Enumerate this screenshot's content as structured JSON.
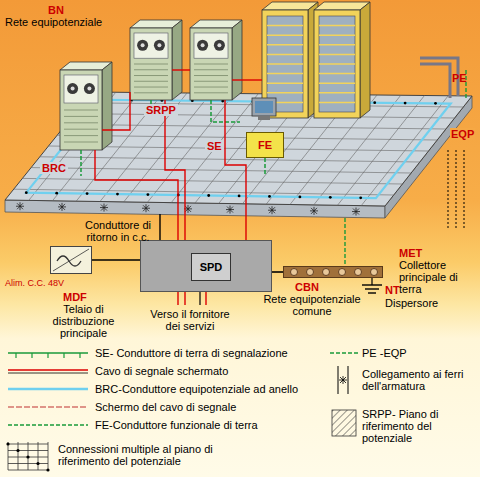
{
  "diagram": {
    "nodes": [
      {
        "text": [
          "FE"
        ]
      },
      {
        "text": [
          "Alim. C.C. 48V"
        ]
      },
      {
        "text": [
          "MDF",
          "Telaio di distribuzione principale"
        ]
      },
      {
        "text": [
          "SPD"
        ],
        "in": 2
      },
      {
        "text": [
          "MET",
          "Collettore principale di terra"
        ]
      }
    ],
    "edges": [
      {
        "from": 1,
        "to": 2,
        "arrow": "none"
      },
      {
        "from": 2,
        "to": 4,
        "arrow": "none"
      }
    ],
    "labels": [
      "BN",
      "Rete equipotenziale",
      "BRC",
      "SRPP",
      "SE",
      "PE",
      "EQP",
      "Conduttore di ritorno in c.c.",
      "CBN",
      "Rete equipotenziale comune",
      "NT",
      "Dispersore",
      "Verso il fornitore dei servizi"
    ],
    "legend": [
      {
        "text": "SE- Conduttore di terra di segnalazione"
      },
      {
        "text": "Cavo di segnale schermato"
      },
      {
        "text": "BRC-Conduttore equipotenziale ad anello"
      },
      {
        "text": "Schermo del cavo di segnale"
      },
      {
        "text": "FE-Conduttore funzionale di terra"
      },
      {
        "text": "Connessioni multiple al piano di riferimento del potenziale"
      },
      {
        "text": "PE -EQP"
      },
      {
        "text": "Collegamento ai ferri dell'armatura"
      },
      {
        "text": "SRPP- Piano di riferimento del potenziale"
      }
    ]
  }
}
